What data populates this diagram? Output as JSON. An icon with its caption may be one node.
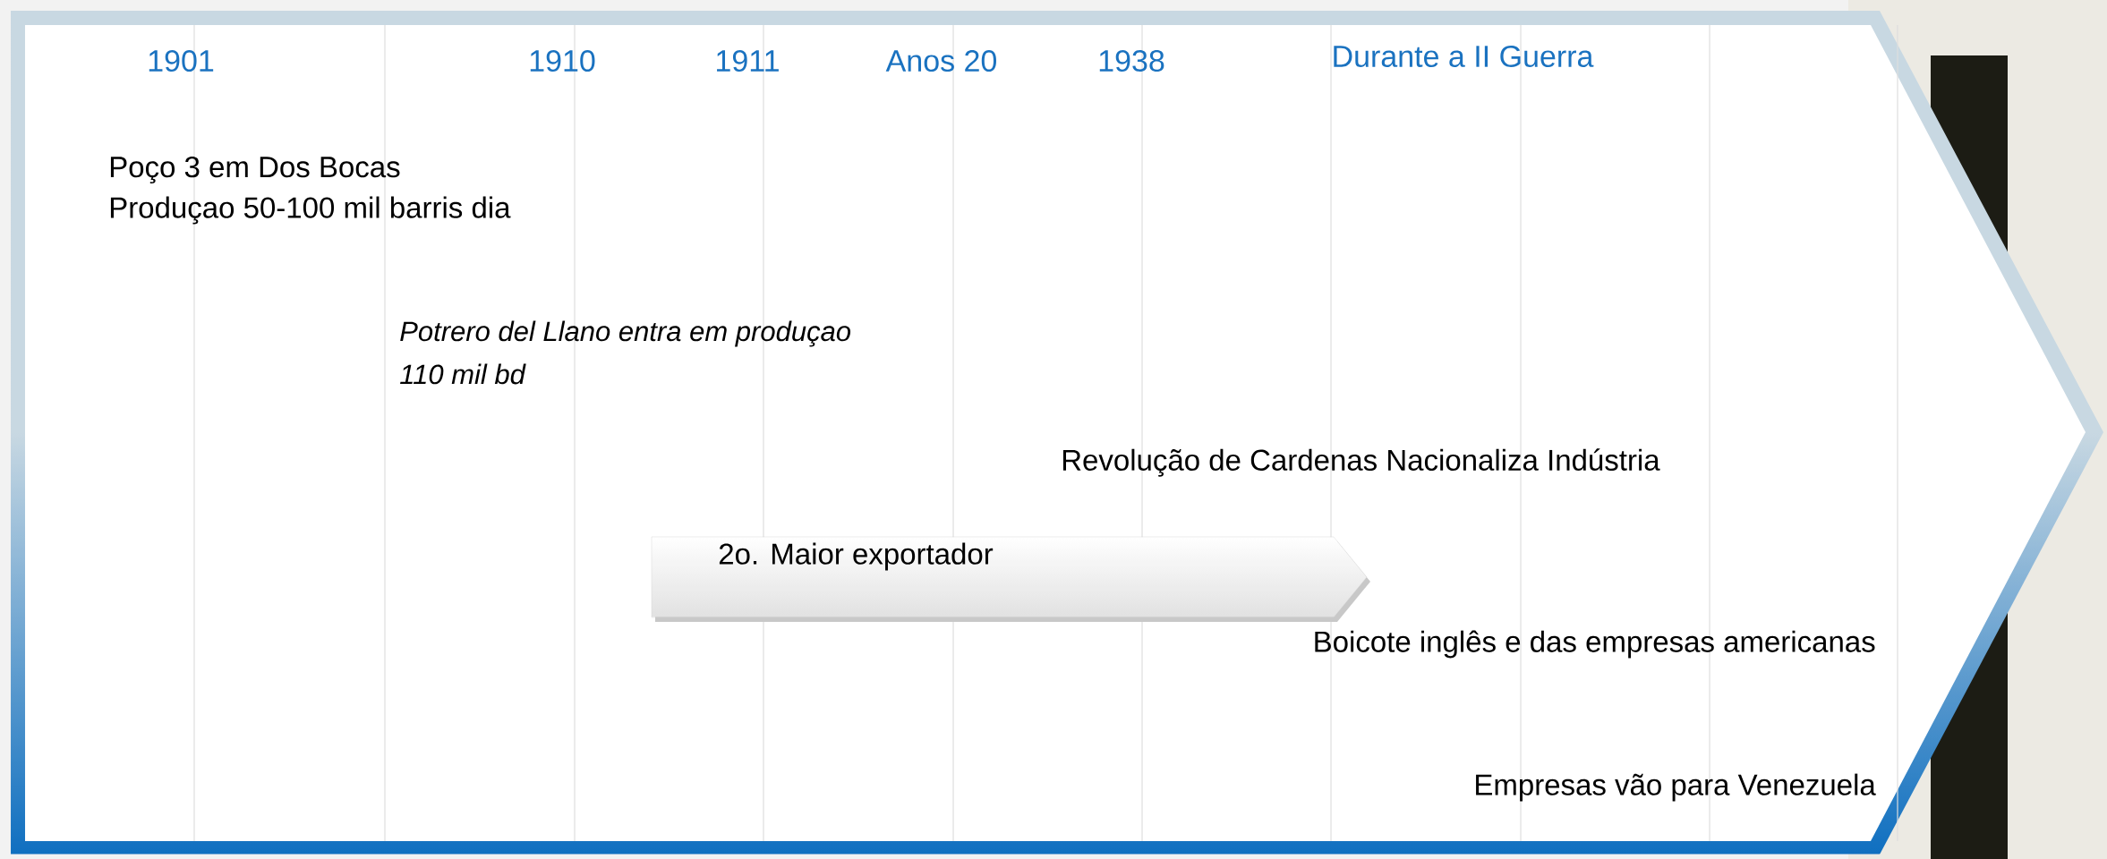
{
  "diagram": {
    "nodes": [
      {
        "text": [
          "2o. Maior exportador"
        ]
      }
    ],
    "labels": [
      "1901",
      "1910",
      "1911",
      "Anos 20",
      "1938",
      "Durante a II Guerra",
      "Poço 3 em Dos Bocas",
      "Produçao 50-100 mil barris dia",
      "Potrero del Llano entra em produçao",
      "110 mil bd",
      "Revolução de Cardenas Nacionaliza Indústria",
      "Boicote inglês e das empresas americanas",
      "Empresas vão para Venezuela"
    ]
  }
}
